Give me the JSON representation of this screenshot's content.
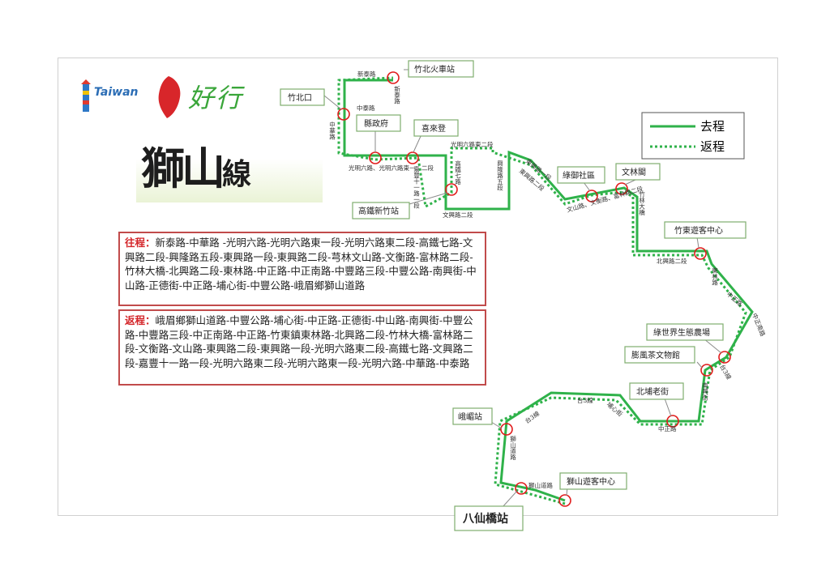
{
  "logo": {
    "taiwan": "Taiwan",
    "script": "好行"
  },
  "route_name": {
    "main": "獅山",
    "suffix": "線"
  },
  "legend": {
    "outbound": "去程",
    "return": "返程"
  },
  "outbound": {
    "label": "往程：",
    "text": "新泰路-中華路 -光明六路-光明六路東一段-光明六路東二段-高鐵七路-文興路二段-興隆路五段-東興路一段-東興路二段-芎林文山路-文衡路-富林路二段-竹林大橋-北興路二段-東林路-中正路-中正南路-中豐路三段-中豐公路-南興街-中山路-正德街-中正路-埔心街-中豐公路-峨眉鄉獅山道路"
  },
  "return": {
    "label": "返程：",
    "text": "峨眉鄉獅山道路-中豐公路-埔心街-中正路-正德街-中山路-南興街-中豐公路-中豐路三段-中正南路-中正路-竹東鎮東林路-北興路二段-竹林大橋-富林路二段-文衡路-文山路-東興路二段-東興路一段-光明六路東二段-高鐵七路-文興路二段-嘉豐十一路一段-光明六路東二段-光明六路東一段-光明六路-中華路-中泰路"
  },
  "stops": {
    "zhubei_station": "竹北火車站",
    "zhubei_kou": "竹北口",
    "county_gov": "縣政府",
    "xilaideng": "喜來登",
    "hsr_hsinchu": "高鐵新竹站",
    "lvyu_community": "綠御社區",
    "wenlin_ge": "文林閣",
    "zhudong_visitor": "竹東遊客中心",
    "green_world": "綠世界生態農場",
    "pengfeng_tea": "膨風茶文物館",
    "beipu_street": "北埔老街",
    "emei_station": "峨嵋站",
    "shishan_visitor": "獅山遊客中心",
    "baxian_bridge": "八仙橋站"
  },
  "roads": {
    "xintai": "新泰路",
    "xintai_v": "新泰路",
    "zhongtai": "中泰路",
    "zhonghua": "中華路",
    "guangming": "光明六路、光明六路東一、二段",
    "guangming_e2": "光明六路東二段",
    "hsr7": "高鐵七路",
    "jiafeng": "嘉豐十一路一段",
    "xinglong": "興隆路五段",
    "wenxing": "文興路二段",
    "dongxing1": "東興路一段",
    "dongxing2": "東興路二段",
    "wenshan": "文山路、文衡路、富林路二段",
    "zhulin_bridge": "竹林大橋",
    "beixing": "北興路二段",
    "donglin": "東林路",
    "zhongzheng": "中正路",
    "zhongzheng_s": "中正南路",
    "nanxing": "南興街",
    "tai3_a": "台3線",
    "tai3_b": "台3線",
    "tai3_c": "台3線",
    "puxin": "埔心街",
    "zhongzheng2": "中正路",
    "shishan": "獅山道路",
    "shishan2": "獅山道路"
  },
  "colors": {
    "route": "#2fb24a",
    "stop_ring": "#e01b1b",
    "callout_border": "#7fae6e",
    "box_border": "#c14b4b"
  }
}
